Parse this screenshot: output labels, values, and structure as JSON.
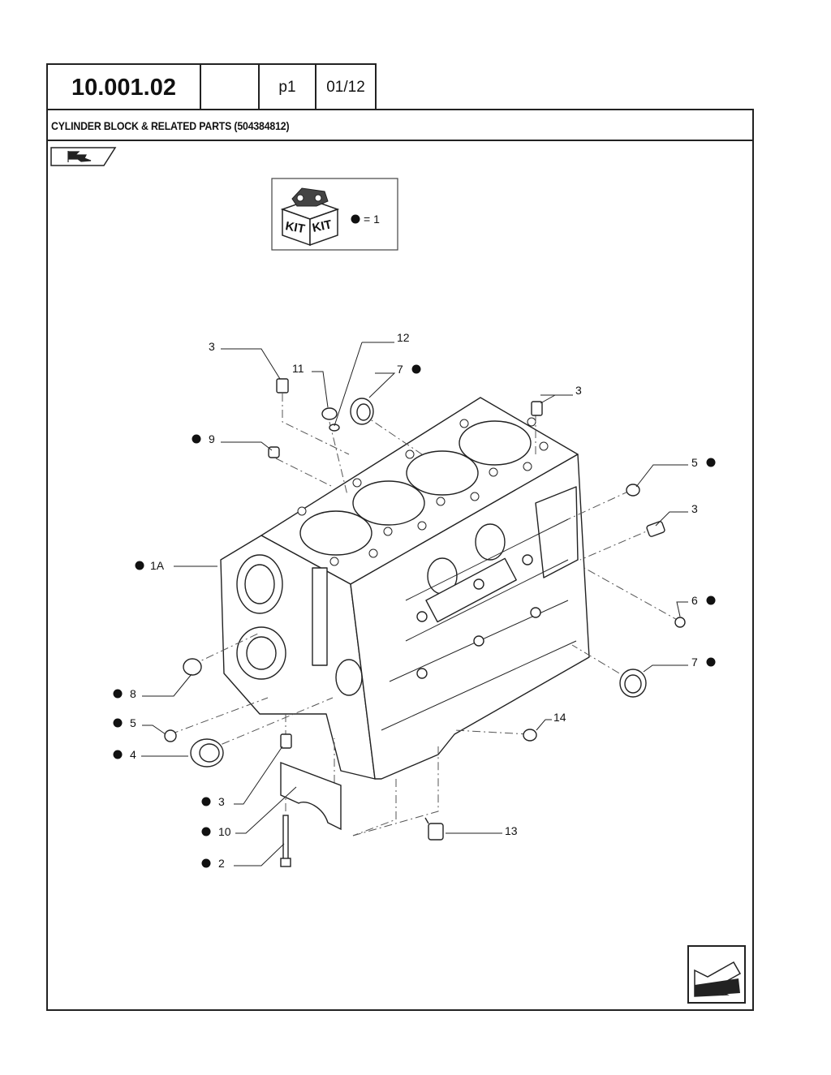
{
  "header": {
    "code": "10.001.02",
    "page": "p1",
    "sheet": "01/12"
  },
  "section": {
    "title": "CYLINDER BLOCK & RELATED PARTS (504384812)"
  },
  "kit": {
    "label_left": "KIT",
    "label_right": "KIT",
    "legend_text": "= 1"
  },
  "callouts": [
    {
      "id": "c3a",
      "text": "3",
      "dot": false
    },
    {
      "id": "c12",
      "text": "12",
      "dot": false
    },
    {
      "id": "c11",
      "text": "11",
      "dot": false
    },
    {
      "id": "c7a",
      "text": "7",
      "dot": true
    },
    {
      "id": "c3b",
      "text": "3",
      "dot": false
    },
    {
      "id": "c9",
      "text": "9",
      "dot": true
    },
    {
      "id": "c5a",
      "text": "5",
      "dot": true
    },
    {
      "id": "c3c",
      "text": "3",
      "dot": false
    },
    {
      "id": "c1a",
      "text": "1A",
      "dot": true
    },
    {
      "id": "c6",
      "text": "6",
      "dot": true
    },
    {
      "id": "c7b",
      "text": "7",
      "dot": true
    },
    {
      "id": "c8",
      "text": "8",
      "dot": true
    },
    {
      "id": "c14",
      "text": "14",
      "dot": false
    },
    {
      "id": "c5b",
      "text": "5",
      "dot": true
    },
    {
      "id": "c4",
      "text": "4",
      "dot": true
    },
    {
      "id": "c3d",
      "text": "3",
      "dot": true
    },
    {
      "id": "c10",
      "text": "10",
      "dot": true
    },
    {
      "id": "c13",
      "text": "13",
      "dot": false
    },
    {
      "id": "c2",
      "text": "2",
      "dot": true
    }
  ],
  "icons": {
    "top_left": "page-flag-icon",
    "bottom_right": "next-page-arrow-icon",
    "kit": "kit-box-icon"
  }
}
